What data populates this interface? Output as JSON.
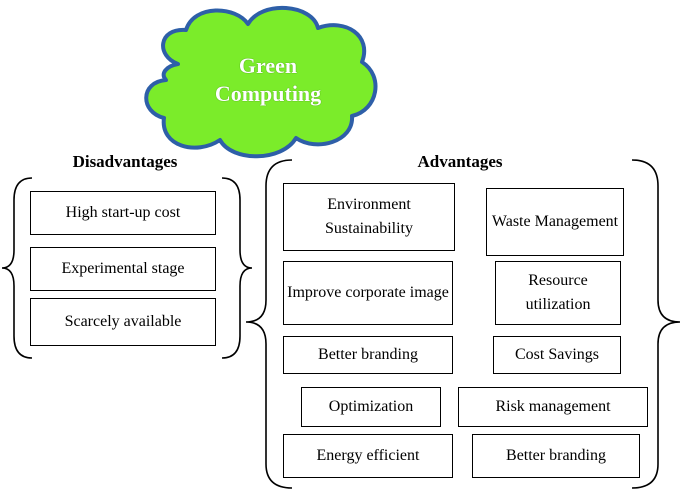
{
  "cloud": {
    "title_line1": "Green",
    "title_line2": "Computing",
    "fill": "#7bec2a",
    "stroke": "#2e5fa8"
  },
  "disadvantages": {
    "title": "Disadvantages",
    "items": [
      "High start-up cost",
      "Experimental stage",
      "Scarcely available"
    ]
  },
  "advantages": {
    "title": "Advantages",
    "items": [
      "Environment Sustainability",
      "Waste Management",
      "Improve corporate image",
      "Resource utilization",
      "Better branding",
      "Cost Savings",
      "Optimization",
      "Risk management",
      "Energy efficient",
      "Better branding"
    ]
  }
}
